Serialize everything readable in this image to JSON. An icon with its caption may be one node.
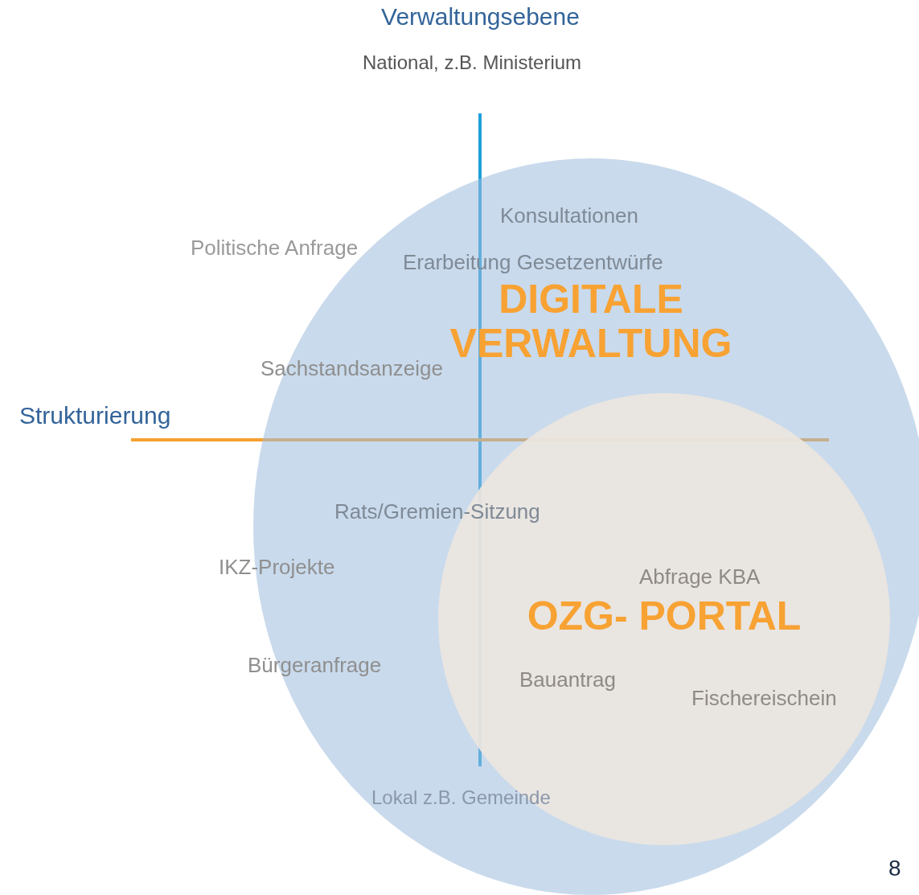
{
  "diagram": {
    "title": "Verwaltungsebene",
    "nodes": [
      {
        "text": [
          "DIGITALE VERWALTUNG"
        ]
      },
      {
        "text": [
          "OZG- PORTAL"
        ],
        "in": 0
      }
    ],
    "edges": [],
    "labels": [
      "National, z.B. Ministerium",
      "Konsultationen",
      "Politische Anfrage",
      "Erarbeitung Gesetzentwürfe",
      "Sachstandsanzeige",
      "Strukturierung",
      "Rats/Gremien-Sitzung",
      "IKZ-Projekte",
      "Abfrage KBA",
      "Bürgeranfrage",
      "Bauantrag",
      "Fischereischein",
      "Lokal z.B. Gemeinde",
      "8"
    ]
  }
}
